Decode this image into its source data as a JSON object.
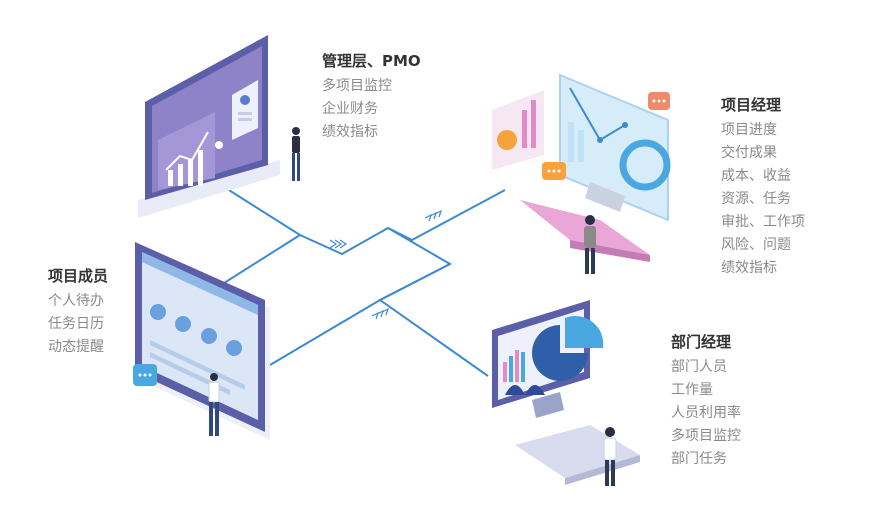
{
  "roles": {
    "management": {
      "title": "管理层、PMO",
      "items": [
        "多项目监控",
        "企业财务",
        "绩效指标"
      ]
    },
    "project_manager": {
      "title": "项目经理",
      "items": [
        "项目进度",
        "交付成果",
        "成本、收益",
        "资源、任务",
        "审批、工作项",
        "风险、问题",
        "绩效指标"
      ]
    },
    "member": {
      "title": "项目成员",
      "items": [
        "个人待办",
        "任务日历",
        "动态提醒"
      ]
    },
    "department_manager": {
      "title": "部门经理",
      "items": [
        "部门人员",
        "工作量",
        "人员利用率",
        "多项目监控",
        "部门任务"
      ]
    }
  },
  "colors": {
    "line": "#3d8ad1",
    "monitor_dark": "#5a5fa8",
    "screen": "#e6ebf8",
    "accent_pink": "#e38bc7",
    "accent_blue": "#4aa8e0",
    "chat_orange": "#f6a33e"
  }
}
